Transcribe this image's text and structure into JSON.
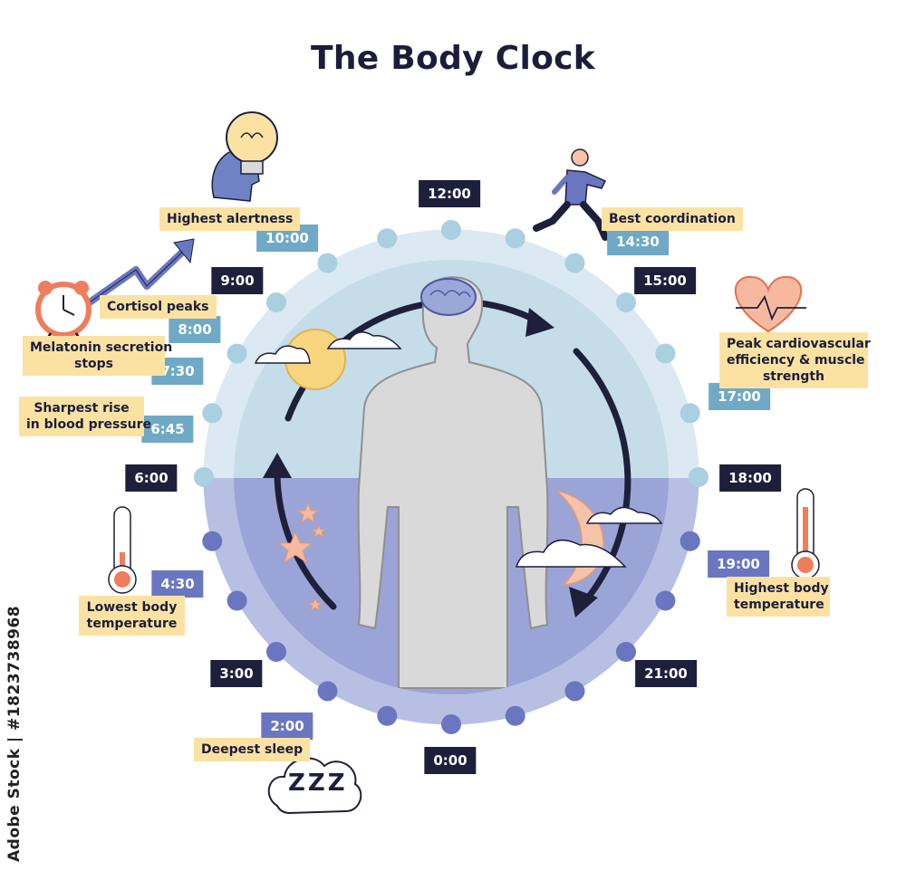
{
  "title": "The Body Clock",
  "side_id": "Adobe Stock | #1823738968",
  "times": {
    "t1200": "12:00",
    "t1430": "14:30",
    "t1500": "15:00",
    "t1700": "17:00",
    "t1800": "18:00",
    "t1900": "19:00",
    "t2100": "21:00",
    "t0000": "0:00",
    "t0200": "2:00",
    "t0300": "3:00",
    "t0430": "4:30",
    "t0600": "6:00",
    "t0645": "6:45",
    "t0730": "7:30",
    "t0800": "8:00",
    "t0900": "9:00",
    "t1000": "10:00"
  },
  "events": {
    "highest_alertness": "Highest alertness",
    "best_coordination": "Best coordination",
    "cortisol_peaks": "Cortisol peaks",
    "melatonin_1": "Melatonin secretion",
    "melatonin_2": "stops",
    "blood_pressure_1": "Sharpest rise",
    "blood_pressure_2": "in blood pressure",
    "cardio_1": "Peak cardiovascular",
    "cardio_2": "efficiency & muscle",
    "cardio_3": "strength",
    "highest_temp_1": "Highest body",
    "highest_temp_2": "temperature",
    "lowest_temp_1": "Lowest body",
    "lowest_temp_2": "temperature",
    "deepest_sleep": "Deepest sleep"
  },
  "colors": {
    "day_ring": "#dbe9f3",
    "day_inner": "#c4dde9",
    "night_ring": "#b7bfe3",
    "night_inner": "#9aa4d6",
    "day_dot": "#a9cfe0",
    "night_dot": "#6a76c0",
    "dark_label": "#1e1f3b",
    "day_label": "#6fa9c5",
    "night_label": "#6a76c0",
    "event_bg": "#fbe2a3",
    "body": "#d9d9d9",
    "brain": "#9aa8d8",
    "sun": "#f7d67f",
    "moon": "#f6c3a8",
    "star": "#f6b9a0",
    "accent": "#ef7d5b",
    "arrow": "#1e1f3b"
  },
  "icons": {
    "lightbulb": "lightbulb-icon",
    "head": "head-icon",
    "runner": "runner-icon",
    "heart": "heart-icon",
    "alarm": "alarm-clock-icon",
    "trend": "trend-arrow-icon",
    "sun": "sun-icon",
    "moon": "moon-icon",
    "thermometer": "thermometer-icon",
    "sleep": "sleep-cloud-icon",
    "brain": "brain-icon",
    "body": "human-body-icon"
  },
  "sleep_text": "ZZZ"
}
